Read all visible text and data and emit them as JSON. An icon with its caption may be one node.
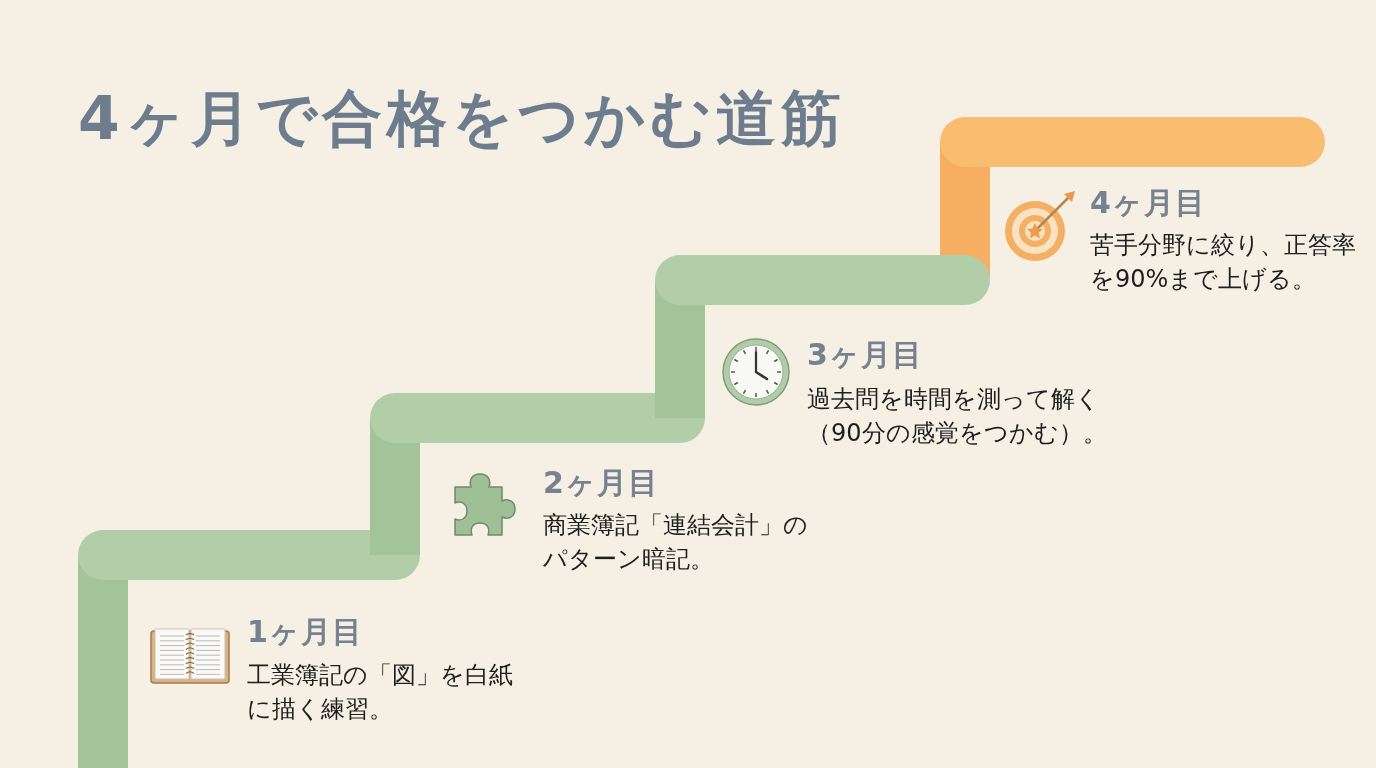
{
  "diagram": {
    "title": "4ヶ月で合格をつかむ道筋",
    "labels": [
      "1ヶ月目",
      "工業簿記の「図」を白紙に描く練習。",
      "2ヶ月目",
      "商業簿記「連結会計」のパターン暗記。",
      "3ヶ月目",
      "過去問を時間を測って解く（90分の感覚をつかむ）。",
      "4ヶ月目",
      "苦手分野に絞り、正答率を90%まで上げる。"
    ]
  }
}
